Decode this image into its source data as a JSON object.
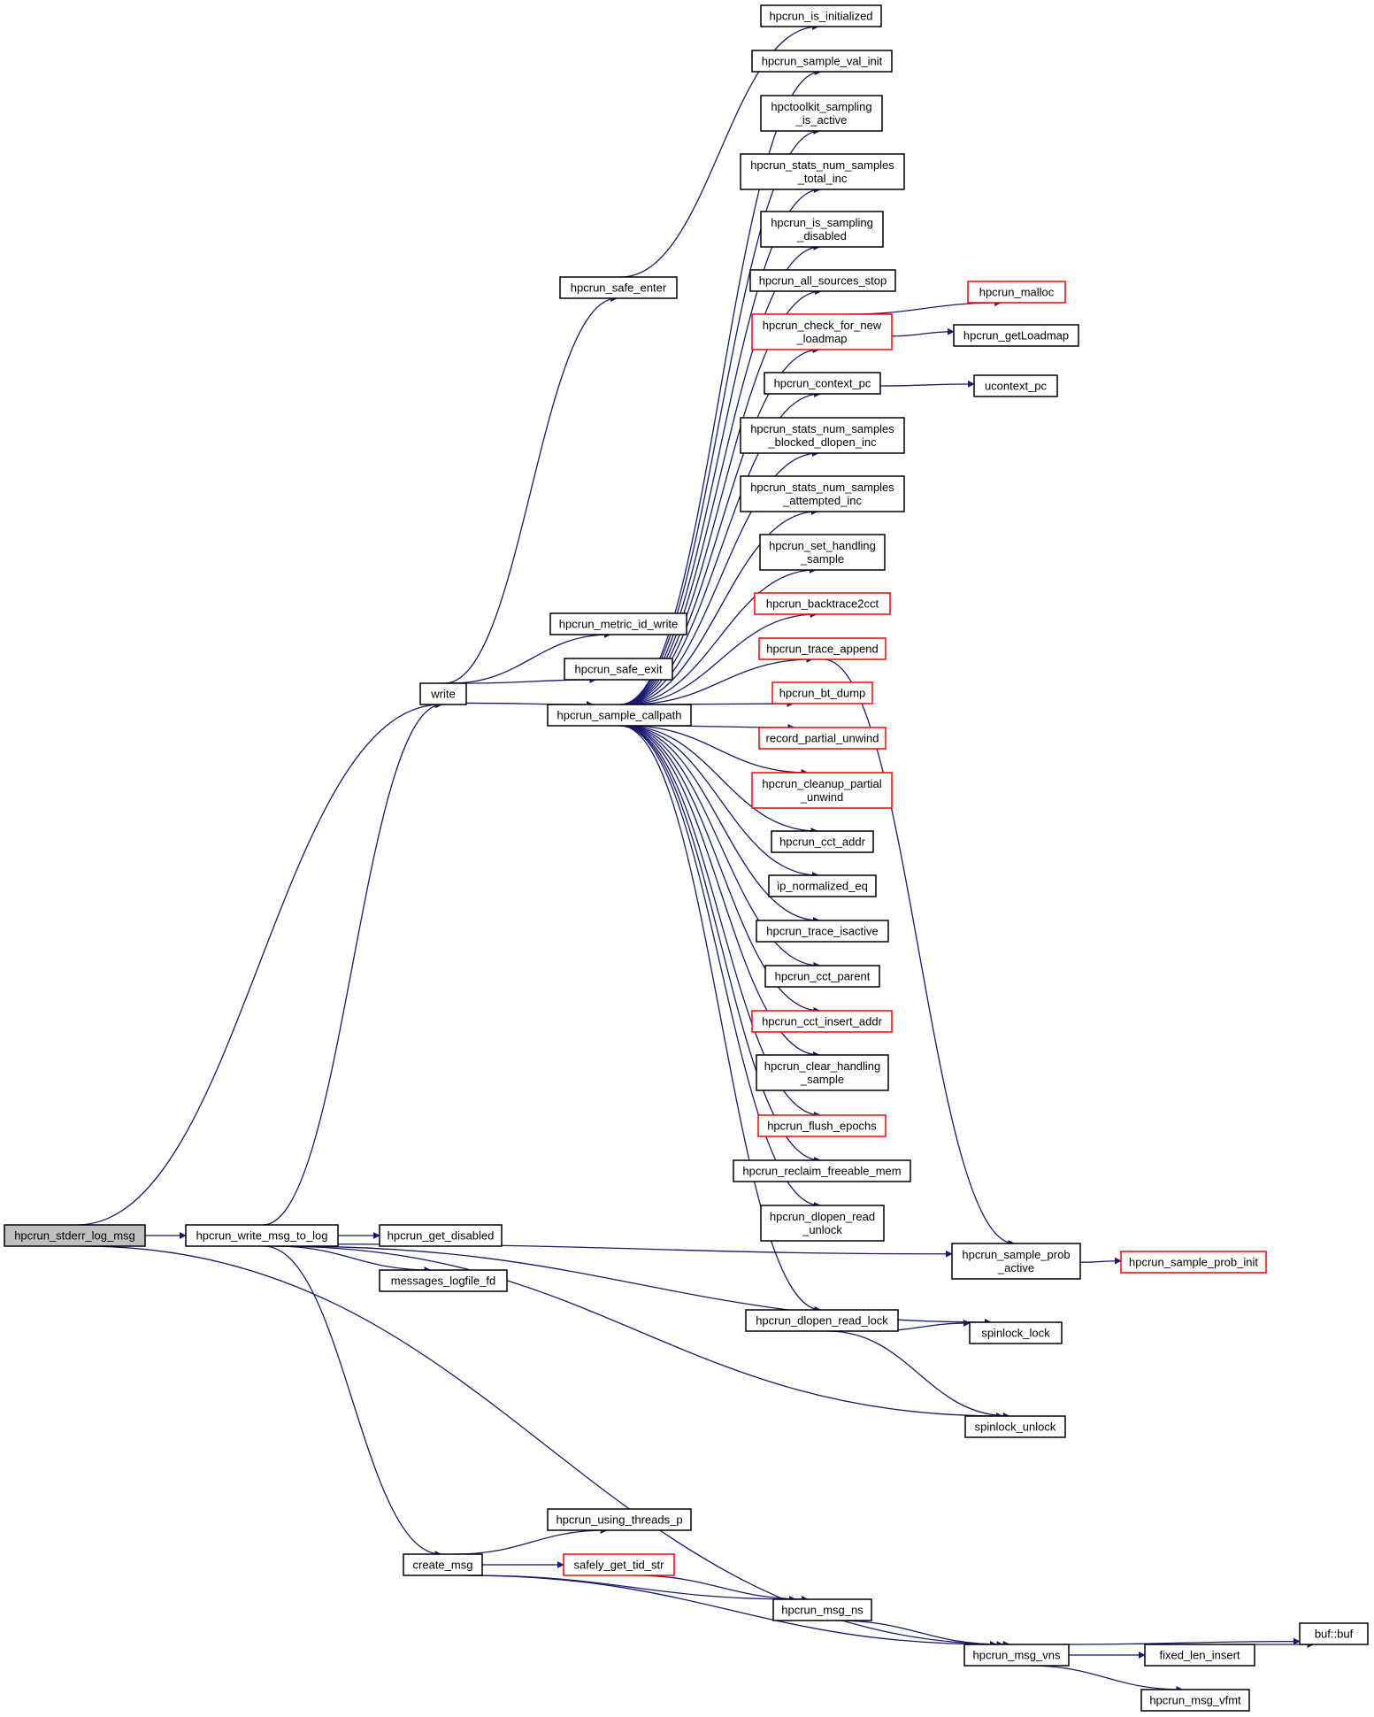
{
  "title": "hpcrun_stderr_log_msg call graph",
  "colors": {
    "edge": "#191970",
    "root_fill": "#bfbfbf",
    "red_border": "#ff0000",
    "border": "#000000"
  },
  "nodes": [
    {
      "id": "root",
      "lines": [
        "hpcrun_stderr_log_msg"
      ],
      "style": "root"
    },
    {
      "id": "write_msg_to_log",
      "lines": [
        "hpcrun_write_msg_to_log"
      ]
    },
    {
      "id": "write",
      "lines": [
        "write"
      ]
    },
    {
      "id": "safe_enter",
      "lines": [
        "hpcrun_safe_enter"
      ]
    },
    {
      "id": "metric_id_write",
      "lines": [
        "hpcrun_metric_id_write"
      ]
    },
    {
      "id": "safe_exit",
      "lines": [
        "hpcrun_safe_exit"
      ]
    },
    {
      "id": "sample_callpath",
      "lines": [
        "hpcrun_sample_callpath"
      ]
    },
    {
      "id": "get_disabled",
      "lines": [
        "hpcrun_get_disabled"
      ]
    },
    {
      "id": "messages_logfile_fd",
      "lines": [
        "messages_logfile_fd"
      ]
    },
    {
      "id": "create_msg",
      "lines": [
        "create_msg"
      ]
    },
    {
      "id": "using_threads_p",
      "lines": [
        "hpcrun_using_threads_p"
      ]
    },
    {
      "id": "safely_get_tid_str",
      "lines": [
        "safely_get_tid_str"
      ],
      "style": "red"
    },
    {
      "id": "is_initialized",
      "lines": [
        "hpcrun_is_initialized"
      ]
    },
    {
      "id": "sample_val_init",
      "lines": [
        "hpcrun_sample_val_init"
      ]
    },
    {
      "id": "sampling_is_active",
      "lines": [
        "hpctoolkit_sampling",
        "_is_active"
      ]
    },
    {
      "id": "samples_total_inc",
      "lines": [
        "hpcrun_stats_num_samples",
        "_total_inc"
      ]
    },
    {
      "id": "is_sampling_disabled",
      "lines": [
        "hpcrun_is_sampling",
        "_disabled"
      ]
    },
    {
      "id": "all_sources_stop",
      "lines": [
        "hpcrun_all_sources_stop"
      ]
    },
    {
      "id": "check_for_new_loadmap",
      "lines": [
        "hpcrun_check_for_new",
        "_loadmap"
      ],
      "style": "red"
    },
    {
      "id": "context_pc",
      "lines": [
        "hpcrun_context_pc"
      ]
    },
    {
      "id": "blocked_dlopen_inc",
      "lines": [
        "hpcrun_stats_num_samples",
        "_blocked_dlopen_inc"
      ]
    },
    {
      "id": "attempted_inc",
      "lines": [
        "hpcrun_stats_num_samples",
        "_attempted_inc"
      ]
    },
    {
      "id": "set_handling_sample",
      "lines": [
        "hpcrun_set_handling",
        "_sample"
      ]
    },
    {
      "id": "backtrace2cct",
      "lines": [
        "hpcrun_backtrace2cct"
      ],
      "style": "red"
    },
    {
      "id": "trace_append",
      "lines": [
        "hpcrun_trace_append"
      ],
      "style": "red"
    },
    {
      "id": "bt_dump",
      "lines": [
        "hpcrun_bt_dump"
      ],
      "style": "red"
    },
    {
      "id": "record_partial_unwind",
      "lines": [
        "record_partial_unwind"
      ],
      "style": "red"
    },
    {
      "id": "cleanup_partial_unwind",
      "lines": [
        "hpcrun_cleanup_partial",
        "_unwind"
      ],
      "style": "red"
    },
    {
      "id": "cct_addr",
      "lines": [
        "hpcrun_cct_addr"
      ]
    },
    {
      "id": "ip_normalized_eq",
      "lines": [
        "ip_normalized_eq"
      ]
    },
    {
      "id": "trace_isactive",
      "lines": [
        "hpcrun_trace_isactive"
      ]
    },
    {
      "id": "cct_parent",
      "lines": [
        "hpcrun_cct_parent"
      ]
    },
    {
      "id": "cct_insert_addr",
      "lines": [
        "hpcrun_cct_insert_addr"
      ],
      "style": "red"
    },
    {
      "id": "clear_handling_sample",
      "lines": [
        "hpcrun_clear_handling",
        "_sample"
      ]
    },
    {
      "id": "flush_epochs",
      "lines": [
        "hpcrun_flush_epochs"
      ],
      "style": "red"
    },
    {
      "id": "reclaim_freeable_mem",
      "lines": [
        "hpcrun_reclaim_freeable_mem"
      ]
    },
    {
      "id": "dlopen_read_unlock",
      "lines": [
        "hpcrun_dlopen_read",
        "_unlock"
      ]
    },
    {
      "id": "dlopen_read_lock",
      "lines": [
        "hpcrun_dlopen_read_lock"
      ]
    },
    {
      "id": "msg_ns",
      "lines": [
        "hpcrun_msg_ns"
      ]
    },
    {
      "id": "malloc",
      "lines": [
        "hpcrun_malloc"
      ],
      "style": "red"
    },
    {
      "id": "getLoadmap",
      "lines": [
        "hpcrun_getLoadmap"
      ]
    },
    {
      "id": "ucontext_pc",
      "lines": [
        "ucontext_pc"
      ]
    },
    {
      "id": "sample_prob_active",
      "lines": [
        "hpcrun_sample_prob",
        "_active"
      ]
    },
    {
      "id": "spinlock_lock",
      "lines": [
        "spinlock_lock"
      ]
    },
    {
      "id": "spinlock_unlock",
      "lines": [
        "spinlock_unlock"
      ]
    },
    {
      "id": "msg_vns",
      "lines": [
        "hpcrun_msg_vns"
      ]
    },
    {
      "id": "sample_prob_init",
      "lines": [
        "hpcrun_sample_prob_init"
      ],
      "style": "red"
    },
    {
      "id": "fixed_len_insert",
      "lines": [
        "fixed_len_insert"
      ]
    },
    {
      "id": "msg_vfmt",
      "lines": [
        "hpcrun_msg_vfmt"
      ]
    },
    {
      "id": "buf_buf",
      "lines": [
        "buf::buf"
      ]
    }
  ],
  "edges": [
    [
      "root",
      "write_msg_to_log"
    ],
    [
      "root",
      "write"
    ],
    [
      "root",
      "msg_vns"
    ],
    [
      "write_msg_to_log",
      "write"
    ],
    [
      "write_msg_to_log",
      "get_disabled"
    ],
    [
      "write_msg_to_log",
      "messages_logfile_fd"
    ],
    [
      "write_msg_to_log",
      "create_msg"
    ],
    [
      "write_msg_to_log",
      "sample_prob_active"
    ],
    [
      "write_msg_to_log",
      "spinlock_lock"
    ],
    [
      "write_msg_to_log",
      "spinlock_unlock"
    ],
    [
      "write",
      "safe_enter"
    ],
    [
      "write",
      "metric_id_write"
    ],
    [
      "write",
      "safe_exit"
    ],
    [
      "write",
      "sample_callpath"
    ],
    [
      "safe_enter",
      "is_initialized"
    ],
    [
      "sample_callpath",
      "sample_val_init"
    ],
    [
      "sample_callpath",
      "sampling_is_active"
    ],
    [
      "sample_callpath",
      "samples_total_inc"
    ],
    [
      "sample_callpath",
      "is_sampling_disabled"
    ],
    [
      "sample_callpath",
      "all_sources_stop"
    ],
    [
      "sample_callpath",
      "check_for_new_loadmap"
    ],
    [
      "sample_callpath",
      "context_pc"
    ],
    [
      "sample_callpath",
      "blocked_dlopen_inc"
    ],
    [
      "sample_callpath",
      "attempted_inc"
    ],
    [
      "sample_callpath",
      "set_handling_sample"
    ],
    [
      "sample_callpath",
      "backtrace2cct"
    ],
    [
      "sample_callpath",
      "trace_append"
    ],
    [
      "sample_callpath",
      "bt_dump"
    ],
    [
      "sample_callpath",
      "record_partial_unwind"
    ],
    [
      "sample_callpath",
      "cleanup_partial_unwind"
    ],
    [
      "sample_callpath",
      "cct_addr"
    ],
    [
      "sample_callpath",
      "ip_normalized_eq"
    ],
    [
      "sample_callpath",
      "trace_isactive"
    ],
    [
      "sample_callpath",
      "cct_parent"
    ],
    [
      "sample_callpath",
      "cct_insert_addr"
    ],
    [
      "sample_callpath",
      "clear_handling_sample"
    ],
    [
      "sample_callpath",
      "flush_epochs"
    ],
    [
      "sample_callpath",
      "reclaim_freeable_mem"
    ],
    [
      "sample_callpath",
      "dlopen_read_unlock"
    ],
    [
      "sample_callpath",
      "dlopen_read_lock"
    ],
    [
      "check_for_new_loadmap",
      "malloc"
    ],
    [
      "check_for_new_loadmap",
      "getLoadmap"
    ],
    [
      "context_pc",
      "ucontext_pc"
    ],
    [
      "trace_append",
      "sample_prob_active"
    ],
    [
      "sample_prob_active",
      "sample_prob_init"
    ],
    [
      "dlopen_read_lock",
      "spinlock_lock"
    ],
    [
      "dlopen_read_lock",
      "spinlock_unlock"
    ],
    [
      "create_msg",
      "using_threads_p"
    ],
    [
      "create_msg",
      "safely_get_tid_str"
    ],
    [
      "create_msg",
      "msg_ns"
    ],
    [
      "create_msg",
      "msg_vns"
    ],
    [
      "safely_get_tid_str",
      "msg_ns"
    ],
    [
      "msg_ns",
      "msg_vns"
    ],
    [
      "msg_vns",
      "buf_buf"
    ],
    [
      "msg_vns",
      "fixed_len_insert"
    ],
    [
      "msg_vns",
      "msg_vfmt"
    ],
    [
      "fixed_len_insert",
      "buf_buf"
    ]
  ]
}
